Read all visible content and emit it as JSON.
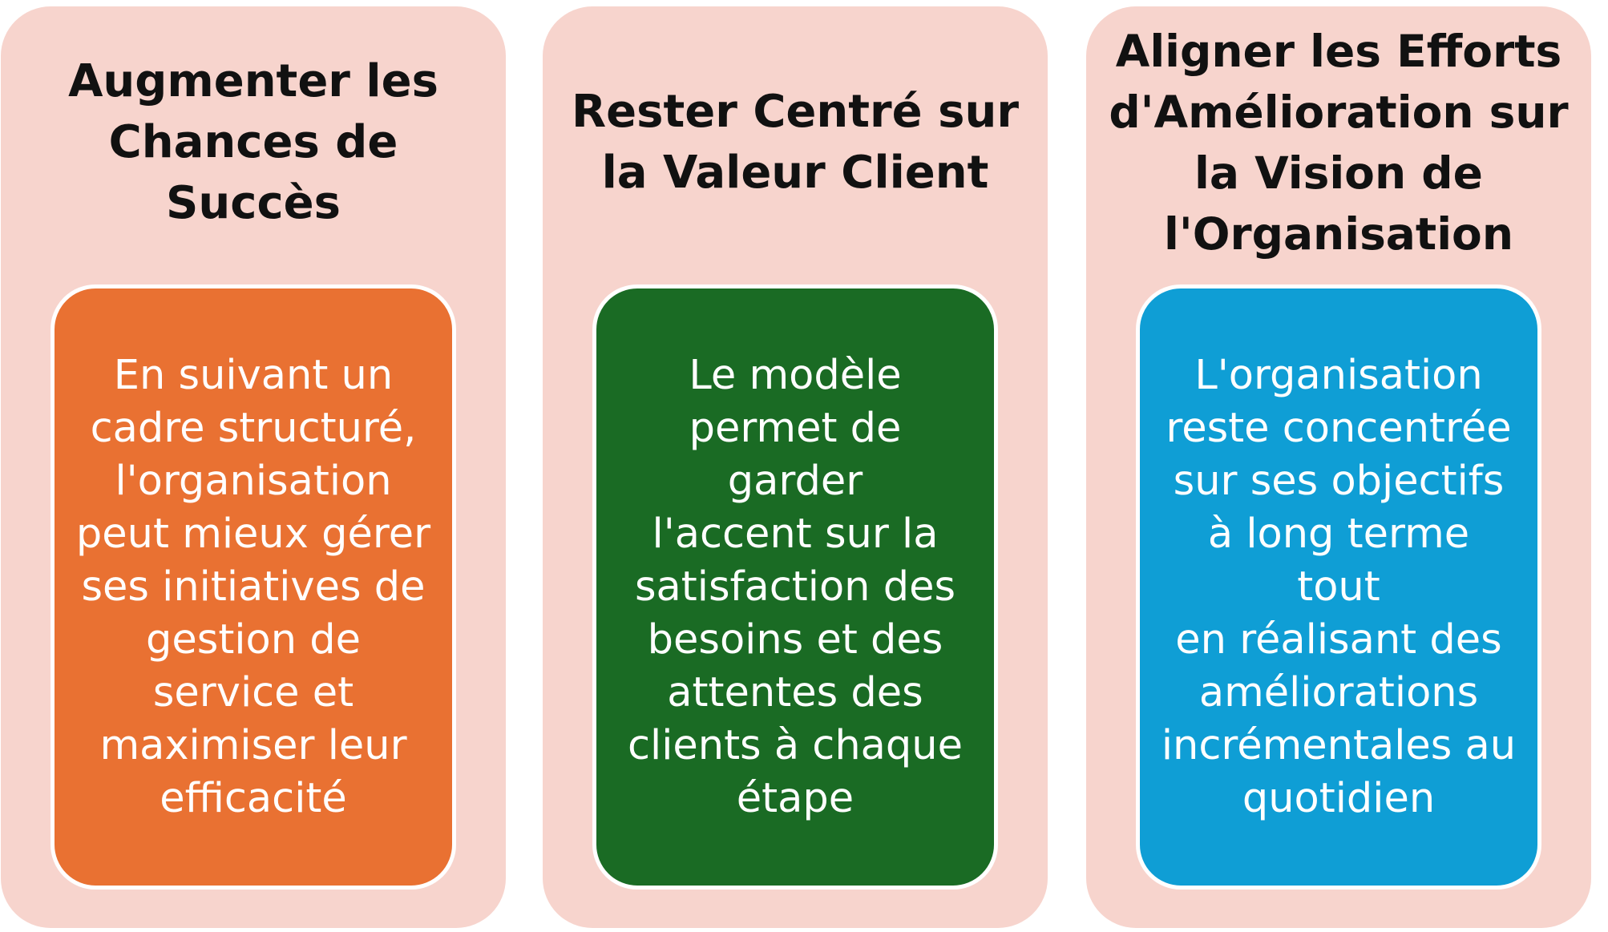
{
  "columns": [
    {
      "title": "Augmenter les\nChances de\nSuccès",
      "body": "En suivant un\ncadre structuré,\nl'organisation\npeut mieux gérer\nses initiatives de\ngestion de\nservice et\nmaximiser leur\nefficacité",
      "box_color": "#e97132"
    },
    {
      "title": "Rester Centré sur\nla Valeur Client",
      "body": "Le modèle\npermet de garder\nl'accent sur la\nsatisfaction des\nbesoins et des\nattentes des\nclients à chaque\nétape",
      "box_color": "#1a6b24"
    },
    {
      "title": "Aligner les Efforts\nd'Amélioration sur\nla Vision de\nl'Organisation",
      "body": "L'organisation\nreste concentrée\nsur ses objectifs\nà long terme tout\nen réalisant des\naméliorations\nincrémentales au\nquotidien",
      "box_color": "#0f9ed5"
    }
  ],
  "colors": {
    "panel_background": "#f7d4cd",
    "title_text": "#111111",
    "box_text": "#ffffff"
  }
}
